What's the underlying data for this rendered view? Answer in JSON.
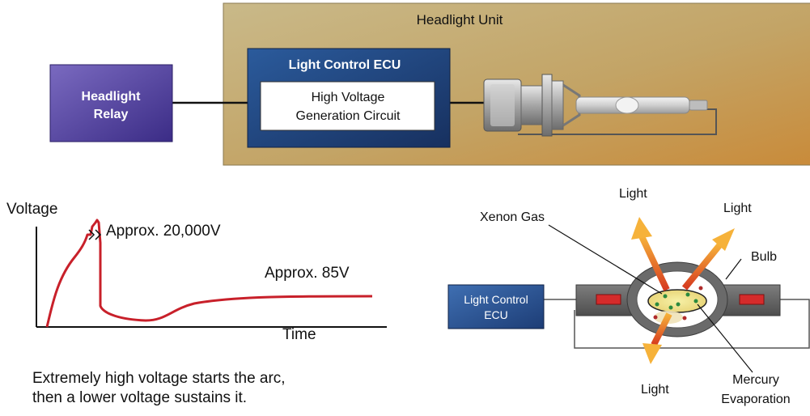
{
  "top_diagram": {
    "headlight_unit_label": "Headlight Unit",
    "relay_label_line1": "Headlight",
    "relay_label_line2": "Relay",
    "ecu_label": "Light Control ECU",
    "circuit_label_line1": "High Voltage",
    "circuit_label_line2": "Generation Circuit"
  },
  "voltage_graph": {
    "y_axis_label": "Voltage",
    "x_axis_label": "Time",
    "peak_label": "Approx. 20,000V",
    "sustain_label": "Approx. 85V",
    "caption_line1": "Extremely high voltage starts the arc,",
    "caption_line2": "then a lower voltage sustains it.",
    "curve_color": "#c8202a"
  },
  "bulb_diagram": {
    "ecu_label_line1": "Light Control",
    "ecu_label_line2": "ECU",
    "light_label_top_left": "Light",
    "light_label_top_right": "Light",
    "light_label_bottom": "Light",
    "xenon_label": "Xenon Gas",
    "bulb_label": "Bulb",
    "mercury_label_line1": "Mercury",
    "mercury_label_line2": "Evaporation"
  }
}
